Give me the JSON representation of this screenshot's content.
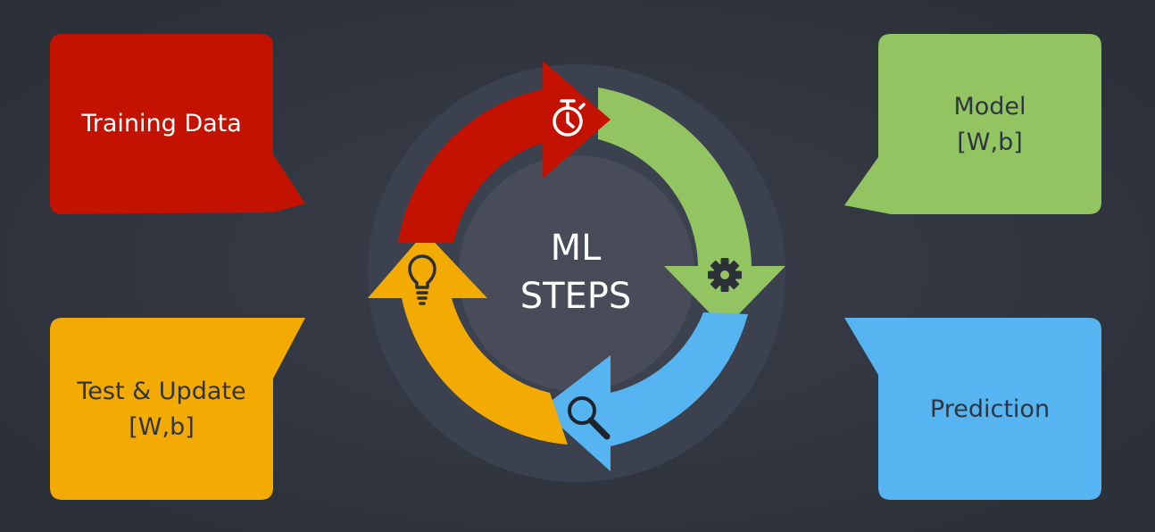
{
  "center": {
    "line1": "ML",
    "line2": "STEPS"
  },
  "steps": [
    {
      "lines": [
        "Training Data"
      ],
      "color": "#c41200",
      "text_color": "#ffffff",
      "icon": "stopwatch-icon"
    },
    {
      "lines": [
        "Model",
        "[W,b]"
      ],
      "color": "#92c562",
      "text_color": "#2f3540",
      "icon": "gear-icon"
    },
    {
      "lines": [
        "Prediction"
      ],
      "color": "#56b4f0",
      "text_color": "#2f3540",
      "icon": "magnifier-icon"
    },
    {
      "lines": [
        "Test & Update",
        "[W,b]"
      ],
      "color": "#f3aa03",
      "text_color": "#2f3540",
      "icon": "lightbulb-icon"
    }
  ]
}
